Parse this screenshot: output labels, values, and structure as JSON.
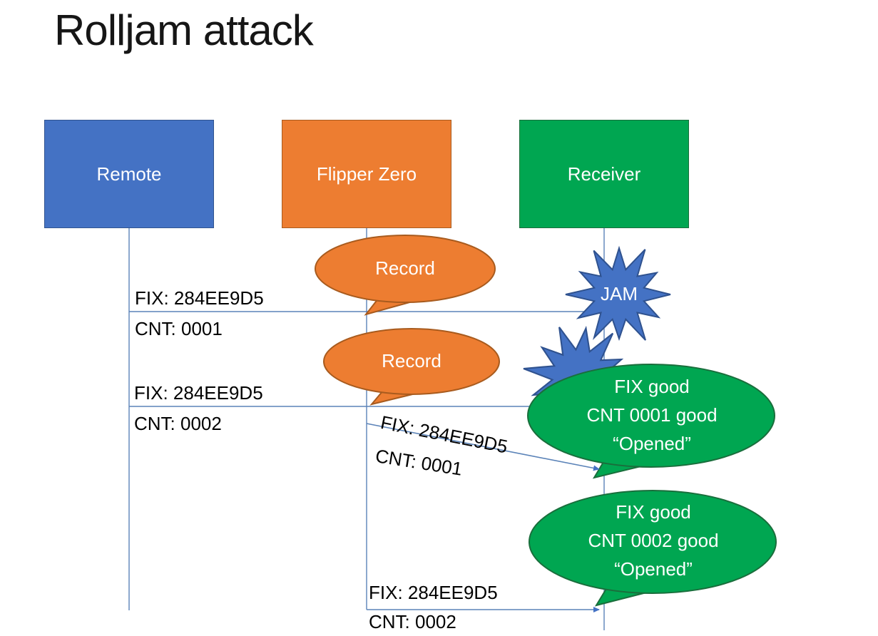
{
  "slide": {
    "title": "Rolljam attack"
  },
  "colors": {
    "actor_blue": "#4472C4",
    "actor_orange": "#ED7D31",
    "actor_green": "#00A651",
    "connector_blue": "#5b83b8",
    "starburst_blue": "#4472C4"
  },
  "actors": [
    {
      "id": "remote",
      "label": "Remote"
    },
    {
      "id": "flipper",
      "label": "Flipper Zero"
    },
    {
      "id": "receiver",
      "label": "Receiver"
    }
  ],
  "messages": {
    "capture1": {
      "fix": "FIX: 284EE9D5",
      "cnt": "CNT: 0001"
    },
    "capture2": {
      "fix": "FIX: 284EE9D5",
      "cnt": "CNT: 0002"
    },
    "replay1": {
      "fix": "FIX: 284EE9D5",
      "cnt": "CNT: 0001"
    },
    "replay2": {
      "fix": "FIX: 284EE9D5",
      "cnt": "CNT: 0002"
    }
  },
  "callouts": {
    "record1": "Record",
    "record2": "Record",
    "jam": "JAM",
    "result1": {
      "line1": "FIX good",
      "line2": "CNT 0001 good",
      "line3": "“Opened”"
    },
    "result2": {
      "line1": "FIX good",
      "line2": "CNT 0002 good",
      "line3": "“Opened”"
    }
  }
}
